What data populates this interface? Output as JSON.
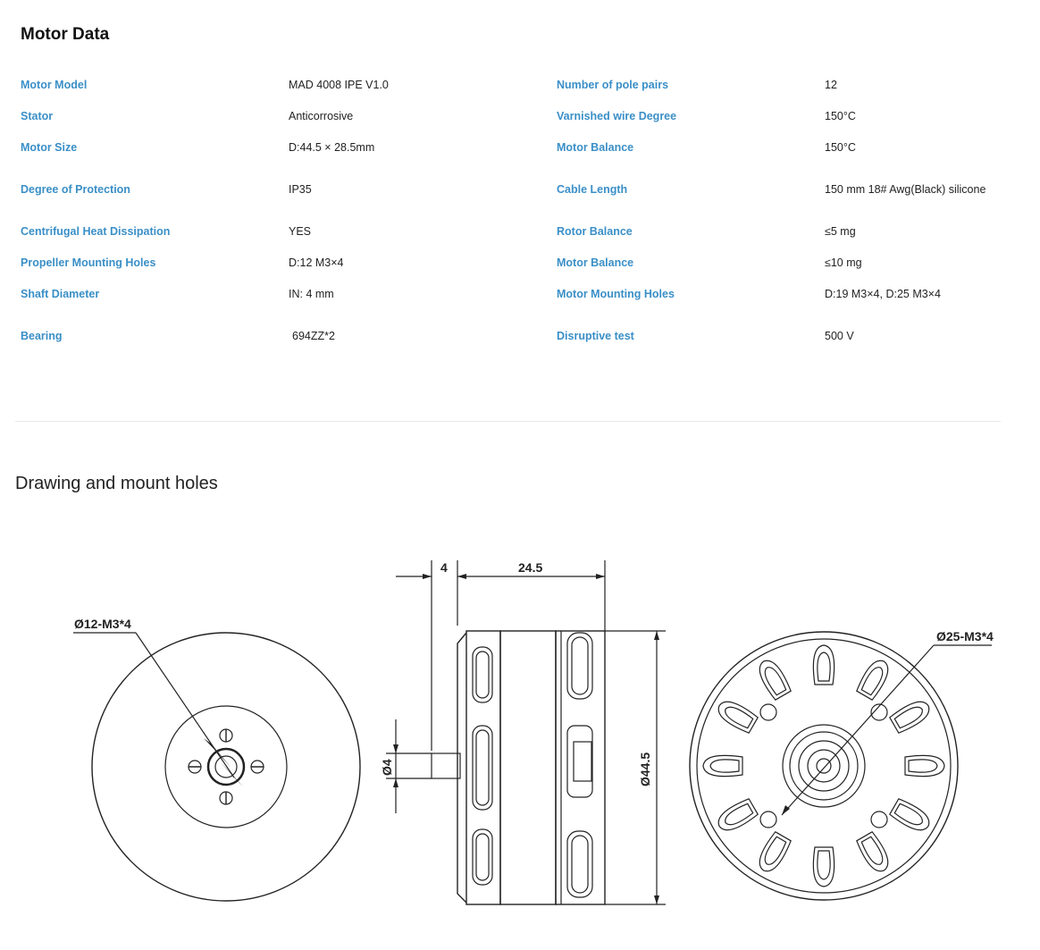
{
  "section_title": "Motor Data",
  "specs": {
    "left": [
      {
        "label": "Motor Model",
        "value": "MAD 4008 IPE V1.0"
      },
      {
        "label": "Stator",
        "value": "Anticorrosive"
      },
      {
        "label": "Motor Size",
        "value": "D:44.5 × 28.5mm"
      },
      {
        "label": "Degree of Protection",
        "value": "IP35"
      },
      {
        "label": "Centrifugal Heat Dissipation",
        "value": "YES"
      },
      {
        "label": "Propeller Mounting Holes",
        "value": "D:12 M3×4"
      },
      {
        "label": "Shaft Diameter",
        "value": "IN: 4 mm"
      },
      {
        "label": "Bearing",
        "value": "694ZZ*2"
      }
    ],
    "right": [
      {
        "label": "Number of pole pairs",
        "value": "12"
      },
      {
        "label": "Varnished wire Degree",
        "value": "150°C"
      },
      {
        "label": "Motor Balance",
        "value": "150°C"
      },
      {
        "label": "Cable Length",
        "value": "150 mm 18# Awg(Black) silicone"
      },
      {
        "label": "Rotor Balance",
        "value": "≤5 mg"
      },
      {
        "label": "Motor Balance",
        "value": "≤10 mg"
      },
      {
        "label": "Motor Mounting Holes",
        "value": "D:19 M3×4, D:25 M3×4"
      },
      {
        "label": "Disruptive test",
        "value": "500 V"
      }
    ]
  },
  "drawing_title": "Drawing and mount holes",
  "drawing": {
    "front_callout": "Ø12-M3*4",
    "dim_shaft_length": "4",
    "dim_body_length": "24.5",
    "dim_shaft_dia": "Ø4",
    "dim_body_dia": "Ø44.5",
    "rear_callout": "Ø25-M3*4"
  }
}
